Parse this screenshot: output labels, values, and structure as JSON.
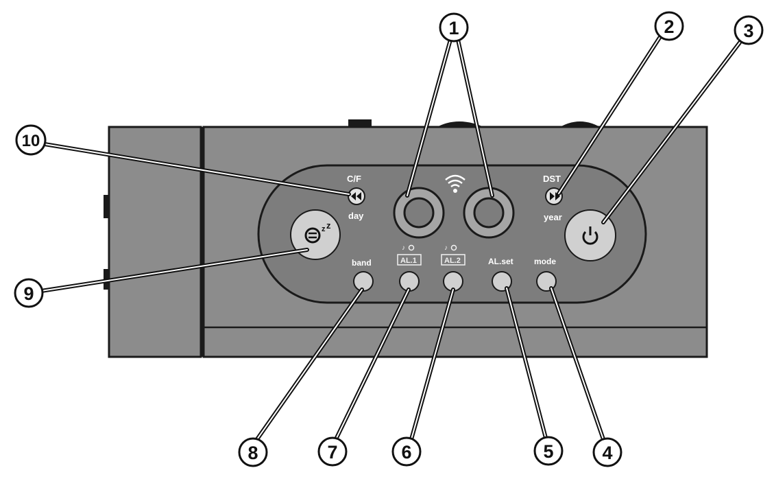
{
  "buttons": {
    "cf": "C/F",
    "day": "day",
    "dst": "DST",
    "year": "year",
    "band": "band",
    "al1": "AL.1",
    "al2": "AL.2",
    "al_set": "AL.set",
    "mode": "mode"
  },
  "callouts": [
    "1",
    "2",
    "3",
    "4",
    "5",
    "6",
    "7",
    "8",
    "9",
    "10"
  ]
}
